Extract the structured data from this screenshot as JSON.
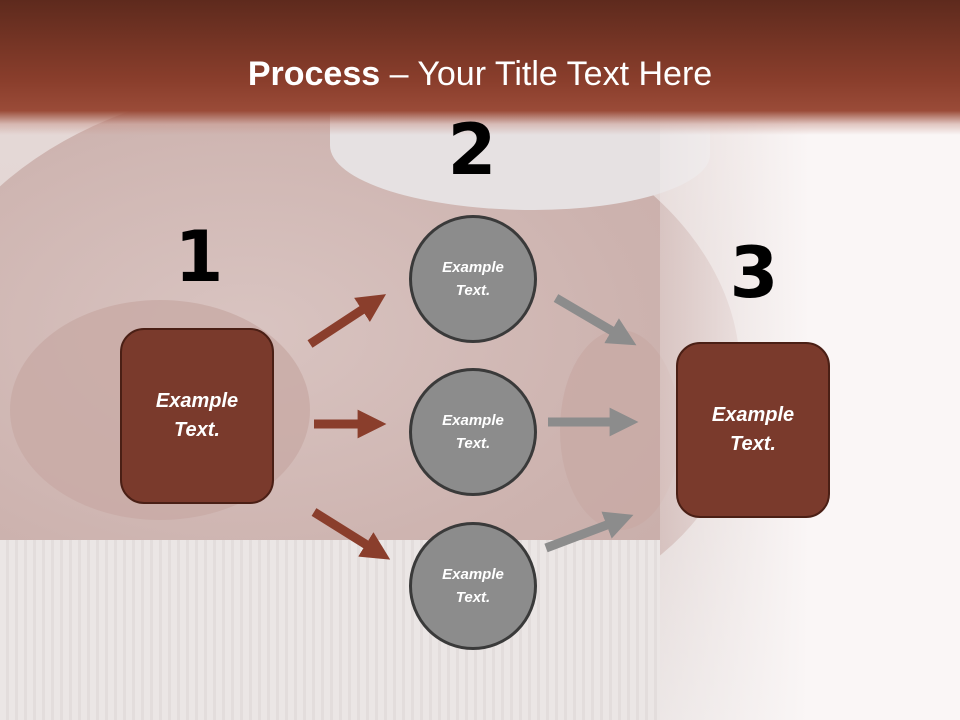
{
  "slide": {
    "title_bold": "Process",
    "title_rest": " – Your Title Text Here"
  },
  "steps": {
    "num1": "1",
    "num2": "2",
    "num3": "3"
  },
  "nodes": {
    "left_box": "Example\nText.",
    "circle_top": "Example\nText.",
    "circle_middle": "Example\nText.",
    "circle_bottom": "Example\nText.",
    "right_box": "Example\nText."
  },
  "colors": {
    "header": "#8a3e2c",
    "box_fill": "#7a3a2c",
    "circle_fill": "#8c8c8c",
    "arrow_left": "#8a3e2c",
    "arrow_right": "#8c8c8c"
  }
}
